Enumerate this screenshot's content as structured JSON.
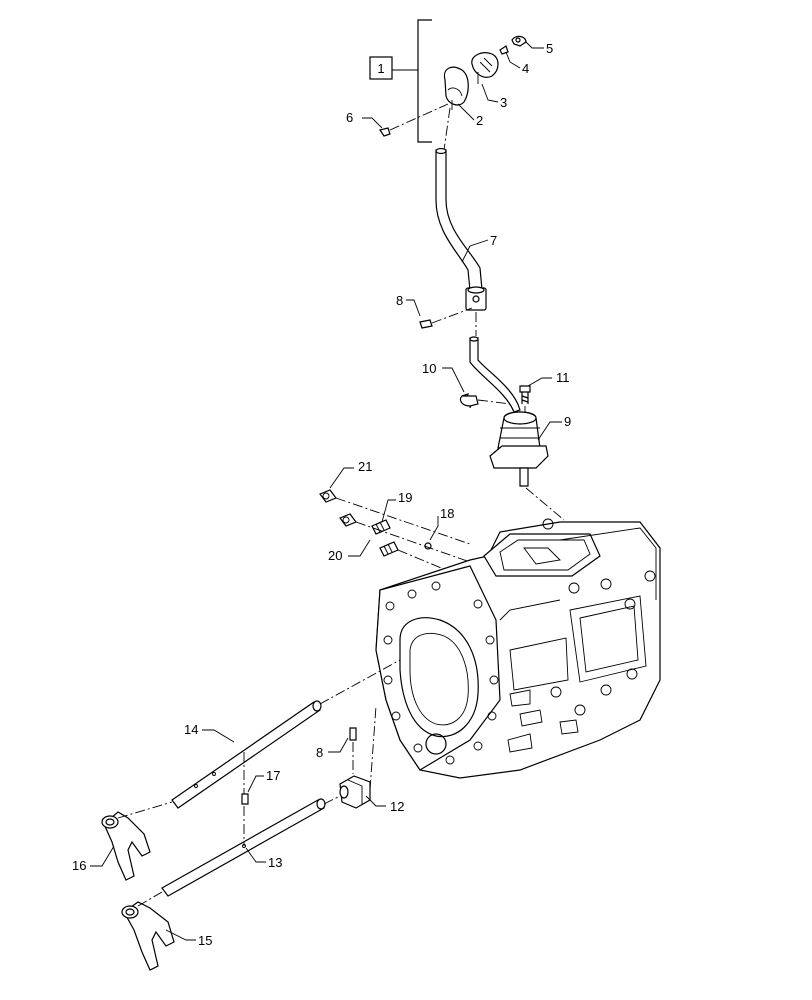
{
  "callouts": [
    {
      "id": "c1",
      "text": "1"
    },
    {
      "id": "c2",
      "text": "2"
    },
    {
      "id": "c3",
      "text": "3"
    },
    {
      "id": "c4",
      "text": "4"
    },
    {
      "id": "c5",
      "text": "5"
    },
    {
      "id": "c6",
      "text": "6"
    },
    {
      "id": "c7",
      "text": "7"
    },
    {
      "id": "c8a",
      "text": "8"
    },
    {
      "id": "c8b",
      "text": "8"
    },
    {
      "id": "c9",
      "text": "9"
    },
    {
      "id": "c10",
      "text": "10"
    },
    {
      "id": "c11",
      "text": "11"
    },
    {
      "id": "c12",
      "text": "12"
    },
    {
      "id": "c13",
      "text": "13"
    },
    {
      "id": "c14",
      "text": "14"
    },
    {
      "id": "c15",
      "text": "15"
    },
    {
      "id": "c16",
      "text": "16"
    },
    {
      "id": "c17",
      "text": "17"
    },
    {
      "id": "c18",
      "text": "18"
    },
    {
      "id": "c19",
      "text": "19"
    },
    {
      "id": "c20",
      "text": "20"
    },
    {
      "id": "c21",
      "text": "21"
    }
  ]
}
